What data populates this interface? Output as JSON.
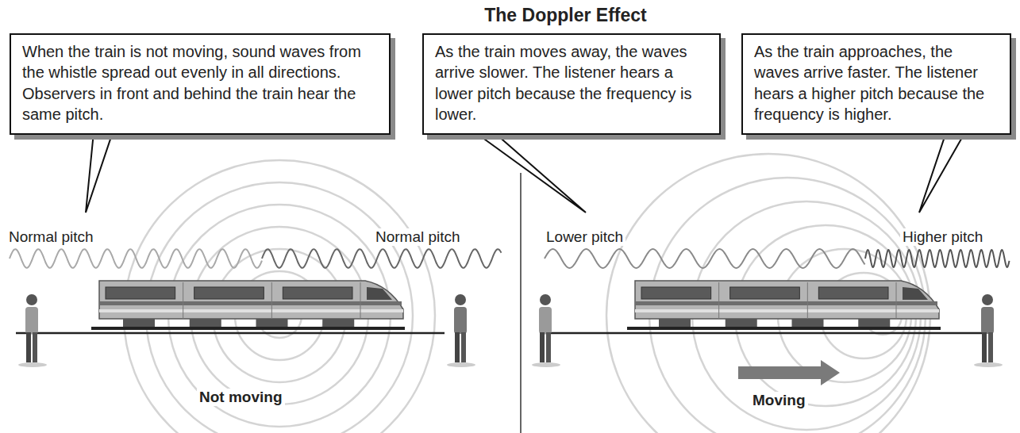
{
  "diagram": {
    "title": "The Doppler Effect",
    "nodes": [
      {
        "text": [
          "When the train is not moving, sound waves from the whistle spread out evenly in all directions. Observers in front and behind the train hear the same pitch."
        ]
      },
      {
        "text": [
          "As the train moves away, the waves arrive slower. The listener hears a lower pitch because the frequency is lower."
        ]
      },
      {
        "text": [
          "As the train approaches, the waves arrive faster. The listener hears a higher pitch because the frequency is higher."
        ]
      }
    ],
    "labels": [
      "Normal pitch",
      "Normal pitch",
      "Lower pitch",
      "Higher pitch",
      "Not moving",
      "Moving"
    ]
  }
}
